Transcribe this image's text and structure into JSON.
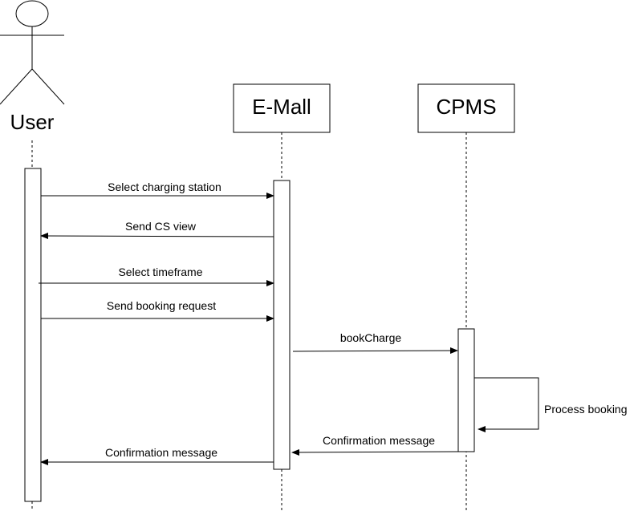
{
  "participants": {
    "user": "User",
    "emall": "E-Mall",
    "cpms": "CPMS"
  },
  "messages": [
    "Select charging station",
    "Send CS view",
    "Select timeframe",
    "Send booking request",
    "bookCharge",
    "Process booking",
    "Confirmation message",
    "Confirmation message"
  ],
  "colors": {
    "stroke": "#000000",
    "background": "#ffffff"
  }
}
